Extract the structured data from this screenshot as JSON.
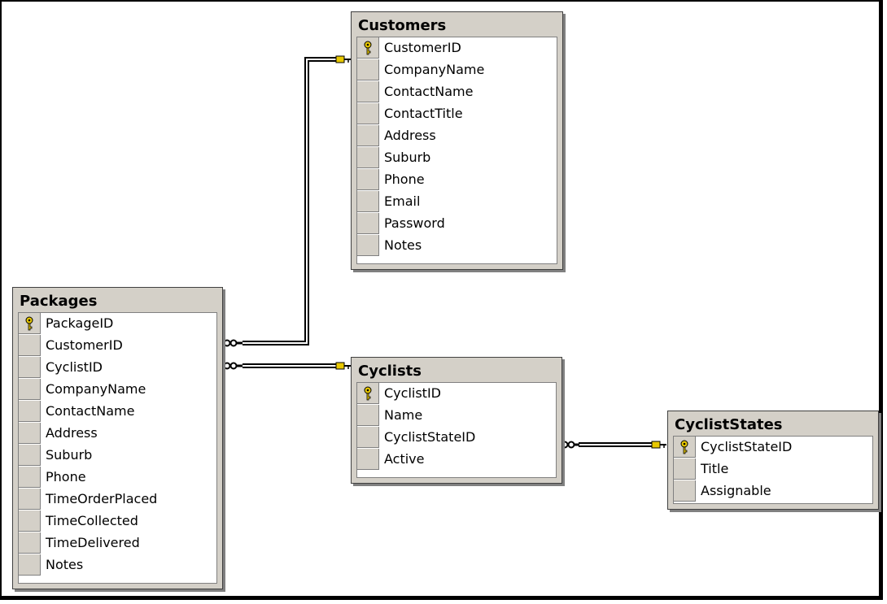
{
  "tables": {
    "customers": {
      "title": "Customers",
      "columns": [
        "CustomerID",
        "CompanyName",
        "ContactName",
        "ContactTitle",
        "Address",
        "Suburb",
        "Phone",
        "Email",
        "Password",
        "Notes"
      ],
      "primary_key": "CustomerID"
    },
    "packages": {
      "title": "Packages",
      "columns": [
        "PackageID",
        "CustomerID",
        "CyclistID",
        "CompanyName",
        "ContactName",
        "Address",
        "Suburb",
        "Phone",
        "TimeOrderPlaced",
        "TimeCollected",
        "TimeDelivered",
        "Notes"
      ],
      "primary_key": "PackageID"
    },
    "cyclists": {
      "title": "Cyclists",
      "columns": [
        "CyclistID",
        "Name",
        "CyclistStateID",
        "Active"
      ],
      "primary_key": "CyclistID"
    },
    "cycliststates": {
      "title": "CyclistStates",
      "columns": [
        "CyclistStateID",
        "Title",
        "Assignable"
      ],
      "primary_key": "CyclistStateID"
    }
  },
  "relationships": [
    {
      "from": "Packages",
      "to": "Customers",
      "many_end": "Packages",
      "one_end": "Customers"
    },
    {
      "from": "Packages",
      "to": "Cyclists",
      "many_end": "Packages",
      "one_end": "Cyclists"
    },
    {
      "from": "Cyclists",
      "to": "CyclistStates",
      "many_end": "Cyclists",
      "one_end": "CyclistStates"
    }
  ],
  "colors": {
    "table_frame": "#d4d0c8",
    "key_icon": "#e8c800",
    "line": "#000000"
  }
}
